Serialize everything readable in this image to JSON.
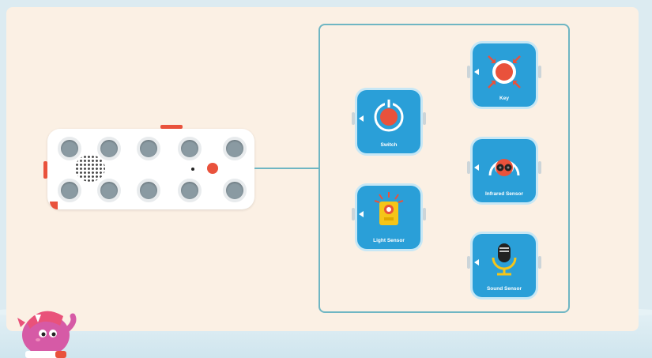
{
  "modules": {
    "switch": {
      "label": "Switch"
    },
    "key": {
      "label": "Key"
    },
    "infrared_sensor": {
      "label": "Infrared Sensor"
    },
    "light_sensor": {
      "label": "Light Sensor"
    },
    "sound_sensor": {
      "label": "Sound Sensor"
    }
  },
  "colors": {
    "accent": "#e9523c",
    "card": "#2a9fd8",
    "connector": "#6fb6c3",
    "panel": "#fbf0e4"
  },
  "icons": {
    "switch": "power-button-icon",
    "key": "pushbutton-icon",
    "infrared": "infrared-sensor-icon",
    "light": "light-sensor-icon",
    "sound": "microphone-icon",
    "mascot": "mascot-character"
  }
}
